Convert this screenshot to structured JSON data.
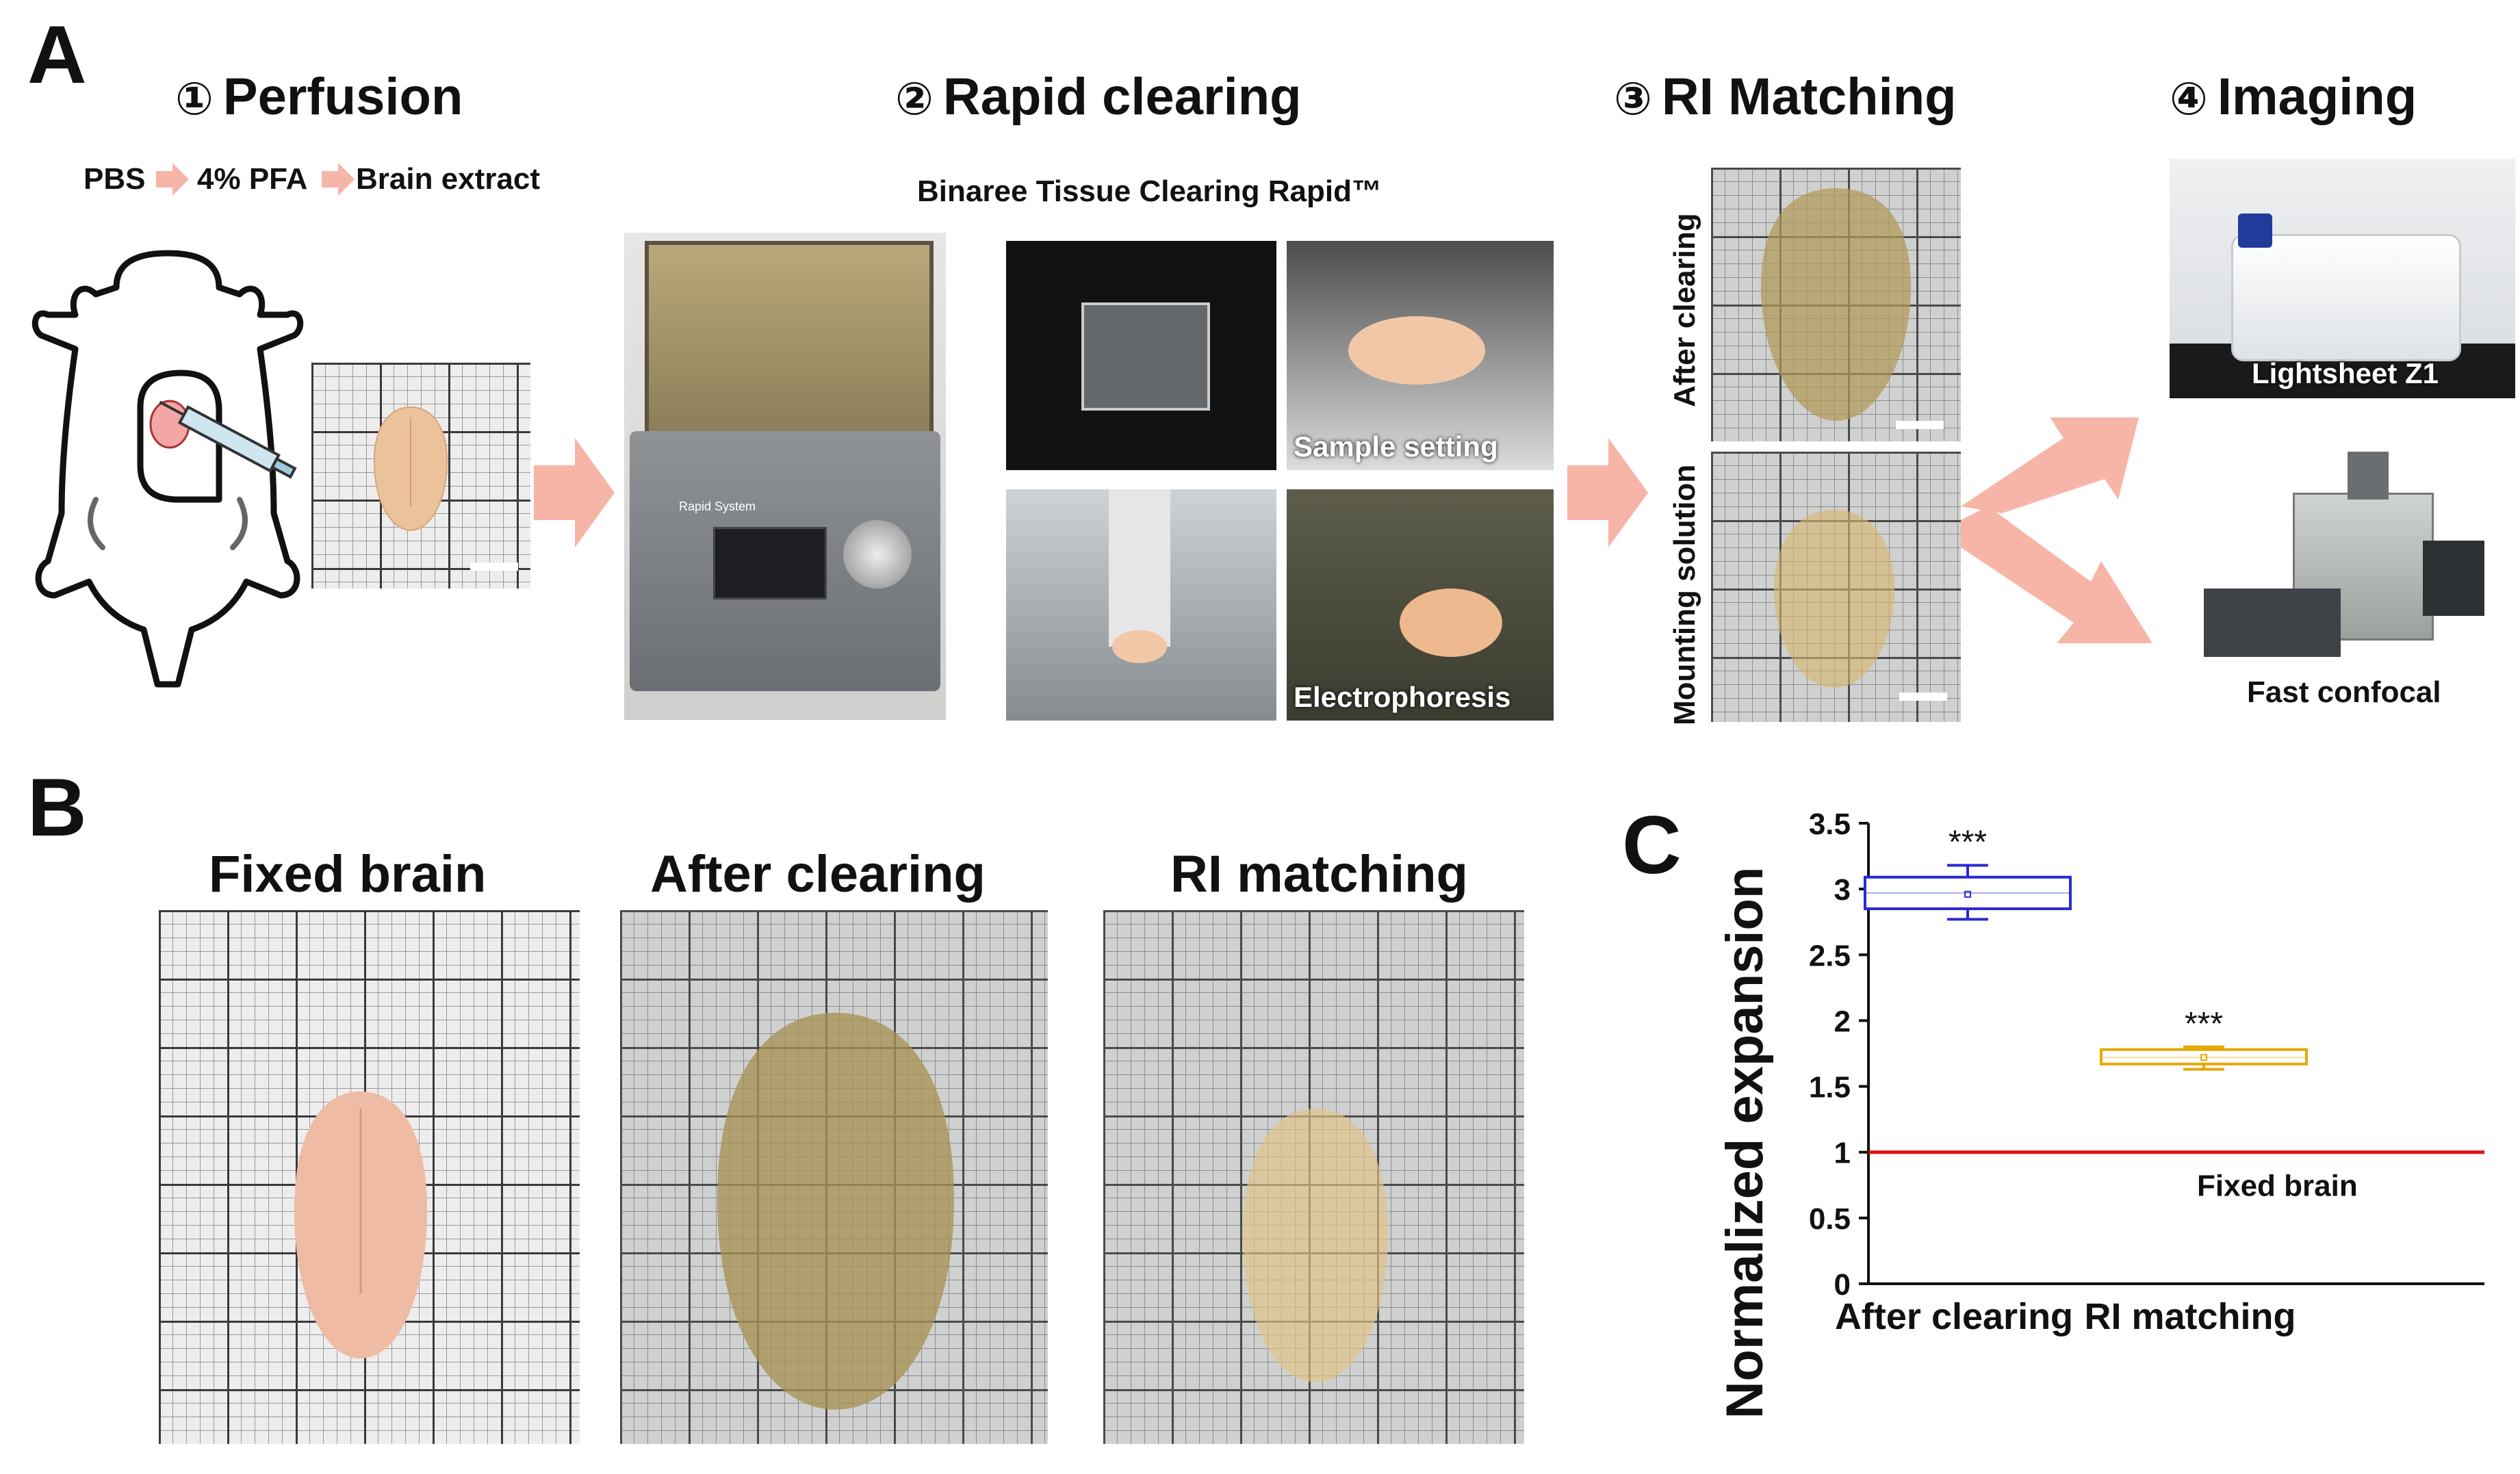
{
  "panels": {
    "a": "A",
    "b": "B",
    "c": "C"
  },
  "steps": [
    {
      "num": "①",
      "title": "Perfusion"
    },
    {
      "num": "②",
      "title": "Rapid clearing"
    },
    {
      "num": "③",
      "title": "RI Matching"
    },
    {
      "num": "④",
      "title": "Imaging"
    }
  ],
  "perfusion": {
    "seq": [
      "PBS",
      "4% PFA",
      "Brain extract"
    ]
  },
  "clearing": {
    "device_title": "Binaree Tissue Clearing Rapid™",
    "device_screen_label": "Rapid System",
    "sample_setting": "Sample setting",
    "electrophoresis": "Electrophoresis"
  },
  "ri_matching": {
    "after_clearing": "After clearing",
    "mounting_solution": "Mounting solution"
  },
  "imaging": {
    "lightsheet": "Lightsheet Z1",
    "fast_confocal": "Fast confocal"
  },
  "panel_b": {
    "titles": [
      "Fixed brain",
      "After clearing",
      "RI matching"
    ]
  },
  "colors": {
    "box_after_clearing": "#2a2ad6",
    "box_ri_matching": "#e6a800",
    "reference_line": "#e01010",
    "arrow": "#f7b5a8"
  },
  "chart_data": {
    "type": "box",
    "ylabel": "Normalized expansion",
    "ylim": [
      0,
      3.5
    ],
    "yticks": [
      "0",
      "0.5",
      "1",
      "1.5",
      "2",
      "2.5",
      "3",
      "3.5"
    ],
    "categories": [
      "After clearing",
      "RI matching"
    ],
    "boxes": [
      {
        "category": "After clearing",
        "min": 2.77,
        "q1": 2.85,
        "median": 2.97,
        "mean": 2.96,
        "q3": 3.09,
        "max": 3.18,
        "significance": "***"
      },
      {
        "category": "RI matching",
        "min": 1.63,
        "q1": 1.67,
        "median": 1.72,
        "mean": 1.72,
        "q3": 1.78,
        "max": 1.8,
        "significance": "***"
      }
    ],
    "reference": {
      "y": 1,
      "label": "Fixed brain"
    }
  }
}
